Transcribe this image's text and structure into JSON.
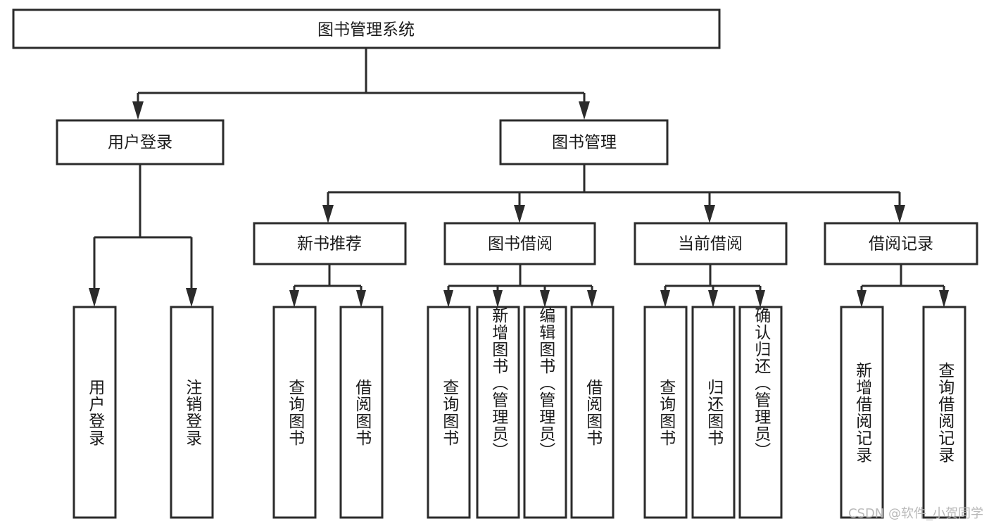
{
  "diagram": {
    "title": "图书管理系统",
    "type": "hierarchy-tree",
    "watermark": "CSDN @软件_小贺同学",
    "colors": {
      "stroke": "#2b2b2b",
      "fill": "#ffffff",
      "text": "#1a1a1a",
      "watermark": "#b9b9b9"
    },
    "levels": {
      "root": {
        "label": "图书管理系统"
      },
      "level2": [
        {
          "label": "用户登录"
        },
        {
          "label": "图书管理"
        }
      ],
      "level3": [
        {
          "label": "新书推荐"
        },
        {
          "label": "图书借阅"
        },
        {
          "label": "当前借阅"
        },
        {
          "label": "借阅记录"
        }
      ]
    },
    "leaves": {
      "user_login": [
        {
          "label": "用户登录"
        },
        {
          "label": "注销登录"
        }
      ],
      "new_book_recommend": [
        {
          "label": "查询图书"
        },
        {
          "label": "借阅图书"
        }
      ],
      "book_borrow": [
        {
          "label": "查询图书"
        },
        {
          "label": "新增图书（管理员）"
        },
        {
          "label": "编辑图书（管理员）"
        },
        {
          "label": "借阅图书"
        }
      ],
      "current_borrow": [
        {
          "label": "查询图书"
        },
        {
          "label": "归还图书"
        },
        {
          "label": "确认归还（管理员）"
        }
      ],
      "borrow_record": [
        {
          "label": "新增借阅记录"
        },
        {
          "label": "查询借阅记录"
        }
      ]
    }
  }
}
